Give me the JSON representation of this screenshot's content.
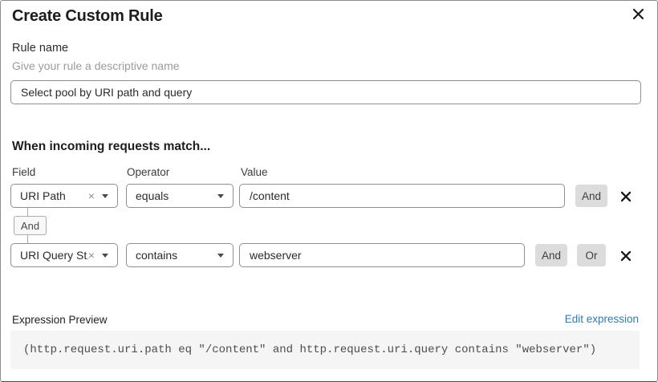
{
  "dialog": {
    "title": "Create Custom Rule"
  },
  "rule_name": {
    "label": "Rule name",
    "helper": "Give your rule a descriptive name",
    "value": "Select pool by URI path and query"
  },
  "match": {
    "heading": "When incoming requests match...",
    "columns": {
      "field": "Field",
      "operator": "Operator",
      "value": "Value"
    },
    "connector_label": "And",
    "rows": [
      {
        "field": "URI Path",
        "operator": "equals",
        "value": "/content",
        "and_label": "And"
      },
      {
        "field": "URI Query St...",
        "operator": "contains",
        "value": "webserver",
        "and_label": "And",
        "or_label": "Or"
      }
    ]
  },
  "expression": {
    "label": "Expression Preview",
    "edit_link": "Edit expression",
    "code": "(http.request.uri.path eq \"/content\" and http.request.uri.query contains \"webserver\")"
  },
  "icons": {
    "clear": "×"
  },
  "colors": {
    "link_blue": "#2d7cb5",
    "button_gray": "#dcdcdc",
    "code_bg": "#f5f5f5",
    "border_gray": "#8f8f8f"
  }
}
